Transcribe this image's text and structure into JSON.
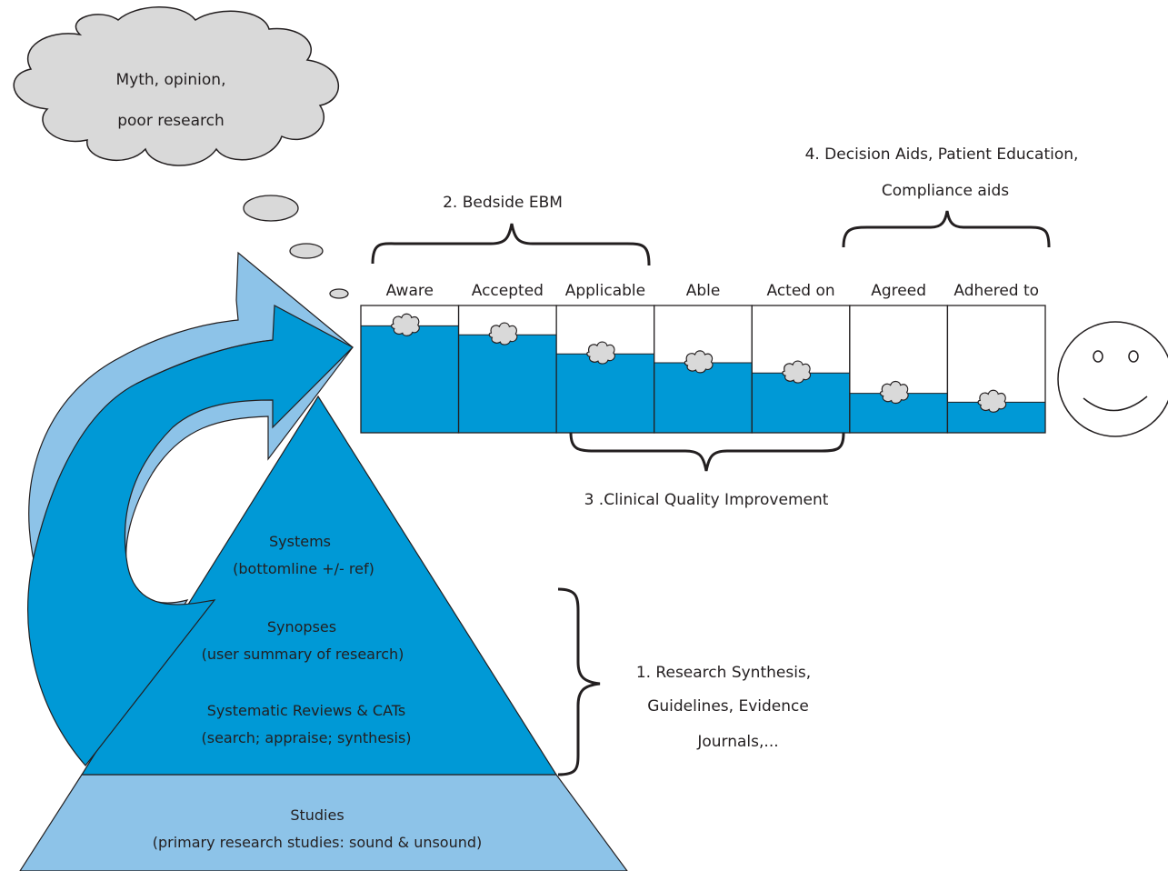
{
  "cloud": {
    "line1": "Myth, opinion,",
    "line2": "poor research"
  },
  "pipeline": {
    "stages": [
      {
        "label": "Aware",
        "level": 0.84
      },
      {
        "label": "Accepted",
        "level": 0.77
      },
      {
        "label": "Applicable",
        "level": 0.62
      },
      {
        "label": "Able",
        "level": 0.55
      },
      {
        "label": "Acted on",
        "level": 0.47
      },
      {
        "label": "Agreed",
        "level": 0.31
      },
      {
        "label": "Adhered to",
        "level": 0.24
      }
    ],
    "fill_color": "#0099d6"
  },
  "brackets": {
    "bedside": "2. Bedside EBM",
    "decision_line1": "4. Decision Aids, Patient Education,",
    "decision_line2": "Compliance aids",
    "quality": "3 .Clinical Quality Improvement",
    "research_line1": "1. Research Synthesis,",
    "research_line2": "Guidelines, Evidence",
    "research_line3": "Journals,..."
  },
  "pyramid": {
    "systems_title": "Systems",
    "systems_sub": "(bottomline +/- ref)",
    "synopses_title": "Synopses",
    "synopses_sub": "(user summary of research)",
    "reviews_title": "Systematic Reviews & CATs",
    "reviews_sub": "(search; appraise; synthesis)",
    "studies_title": "Studies",
    "studies_sub": "(primary research studies: sound & unsound)",
    "top_color": "#0099d6",
    "base_color": "#8dc3e8"
  },
  "colors": {
    "arrow_light": "#8dc3e8",
    "arrow_dark": "#0099d6",
    "cloud": "#d9d9d9"
  },
  "icons": {
    "cloud": "thought-cloud-icon",
    "face": "smiley-face-icon"
  }
}
